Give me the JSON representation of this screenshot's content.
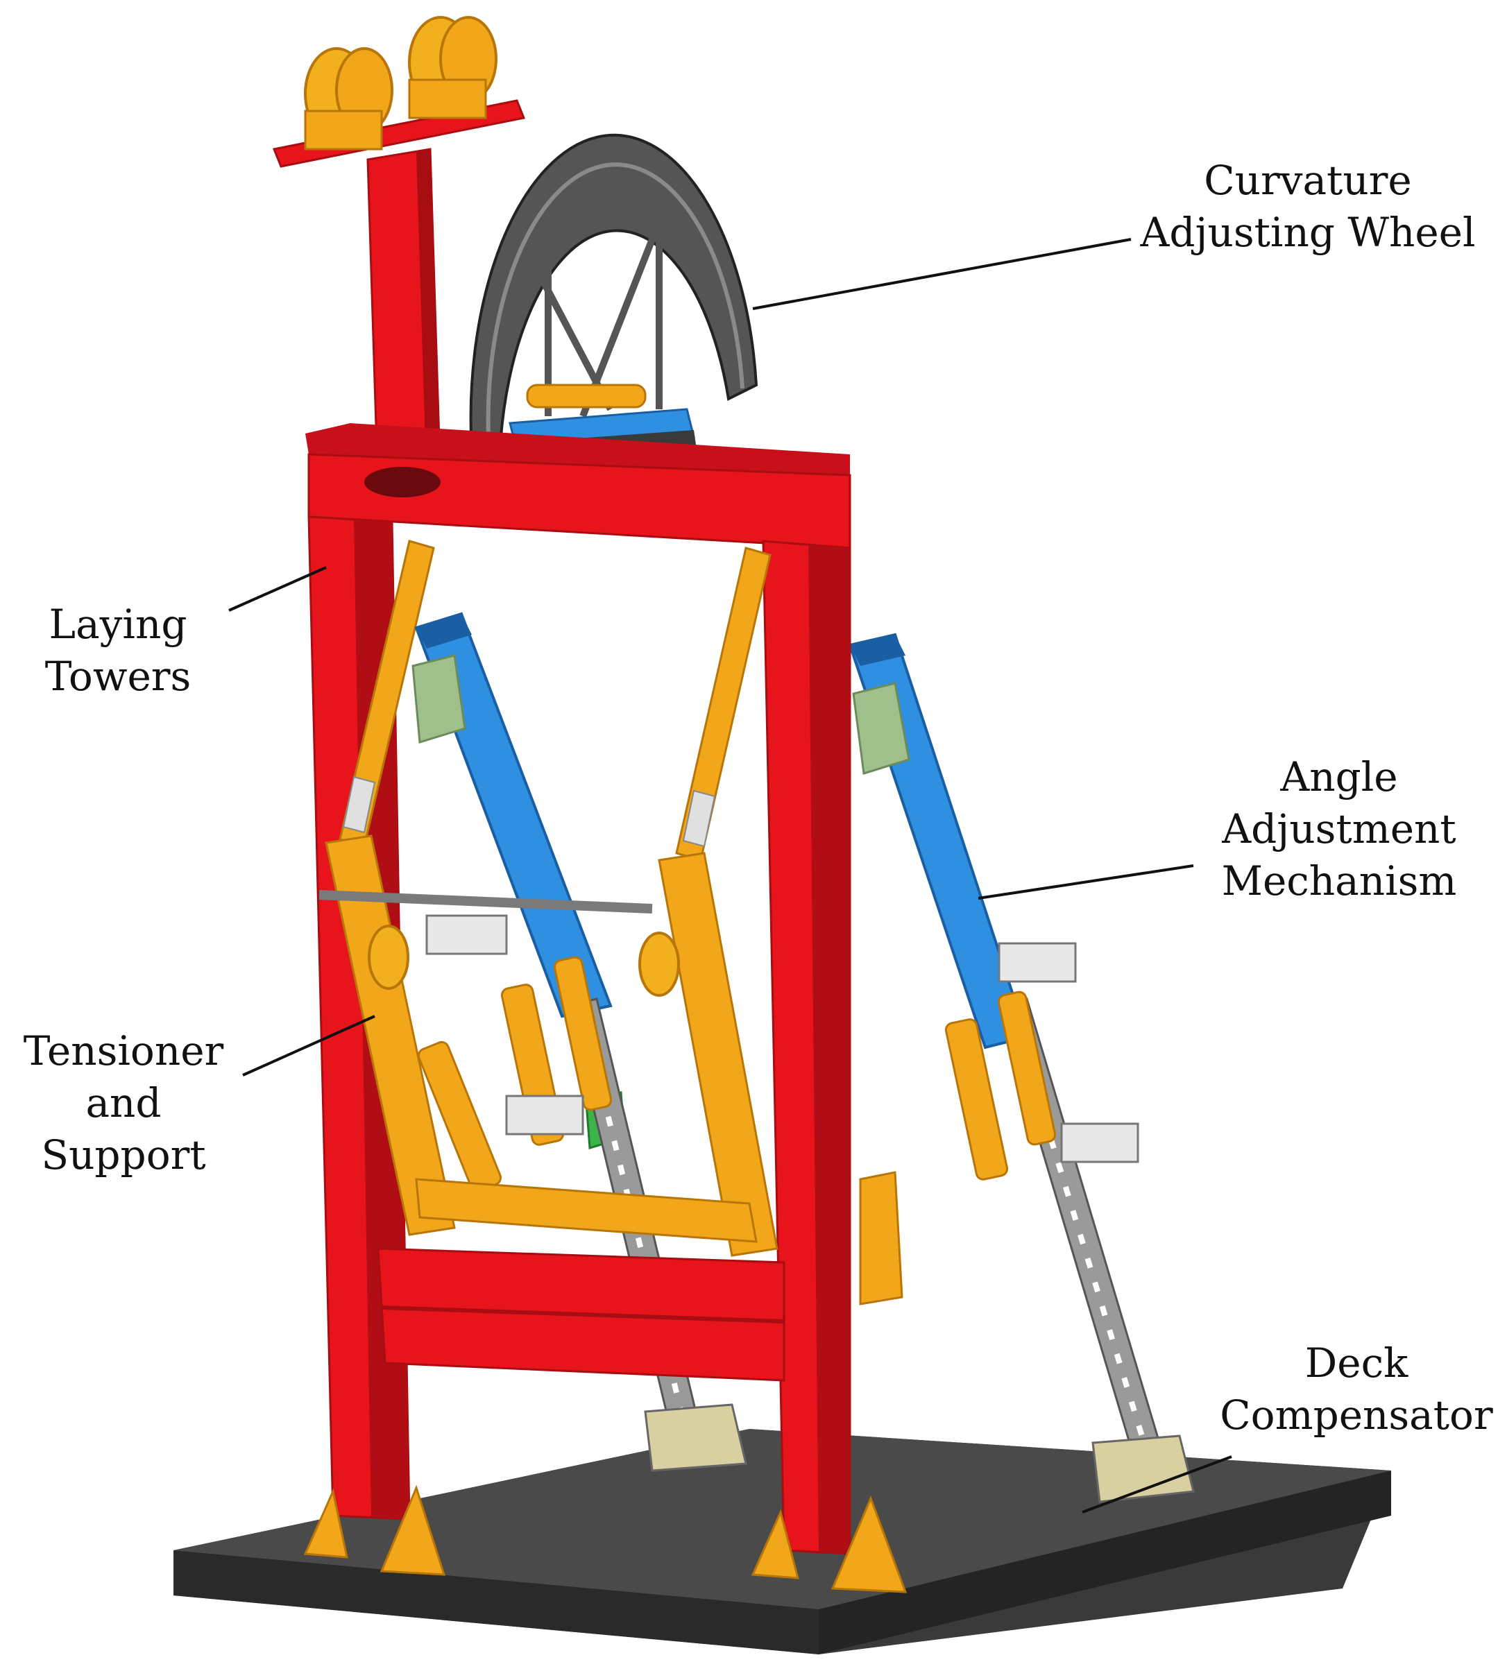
{
  "labels": {
    "curvature_line1": "Curvature",
    "curvature_line2": "Adjusting Wheel",
    "laying_line1": "Laying",
    "laying_line2": "Towers",
    "angle_line1": "Angle",
    "angle_line2": "Adjustment",
    "angle_line3": "Mechanism",
    "tensioner_line1": "Tensioner",
    "tensioner_line2": "and",
    "tensioner_line3": "Support",
    "deck_line1": "Deck",
    "deck_line2": "Compensator"
  },
  "colors": {
    "tower_red": "#e8141b",
    "tower_red_dark": "#a80d12",
    "arm_orange": "#f2a71b",
    "arm_orange_dark": "#b87508",
    "beam_blue": "#2f8fe0",
    "beam_blue_dark": "#1a5ea3",
    "deck_gray": "#3a3a3a",
    "rail_gray": "#9a9a9a",
    "wheel_gray": "#555555",
    "bracket_green": "#9fc08a",
    "line_black": "#111111"
  }
}
